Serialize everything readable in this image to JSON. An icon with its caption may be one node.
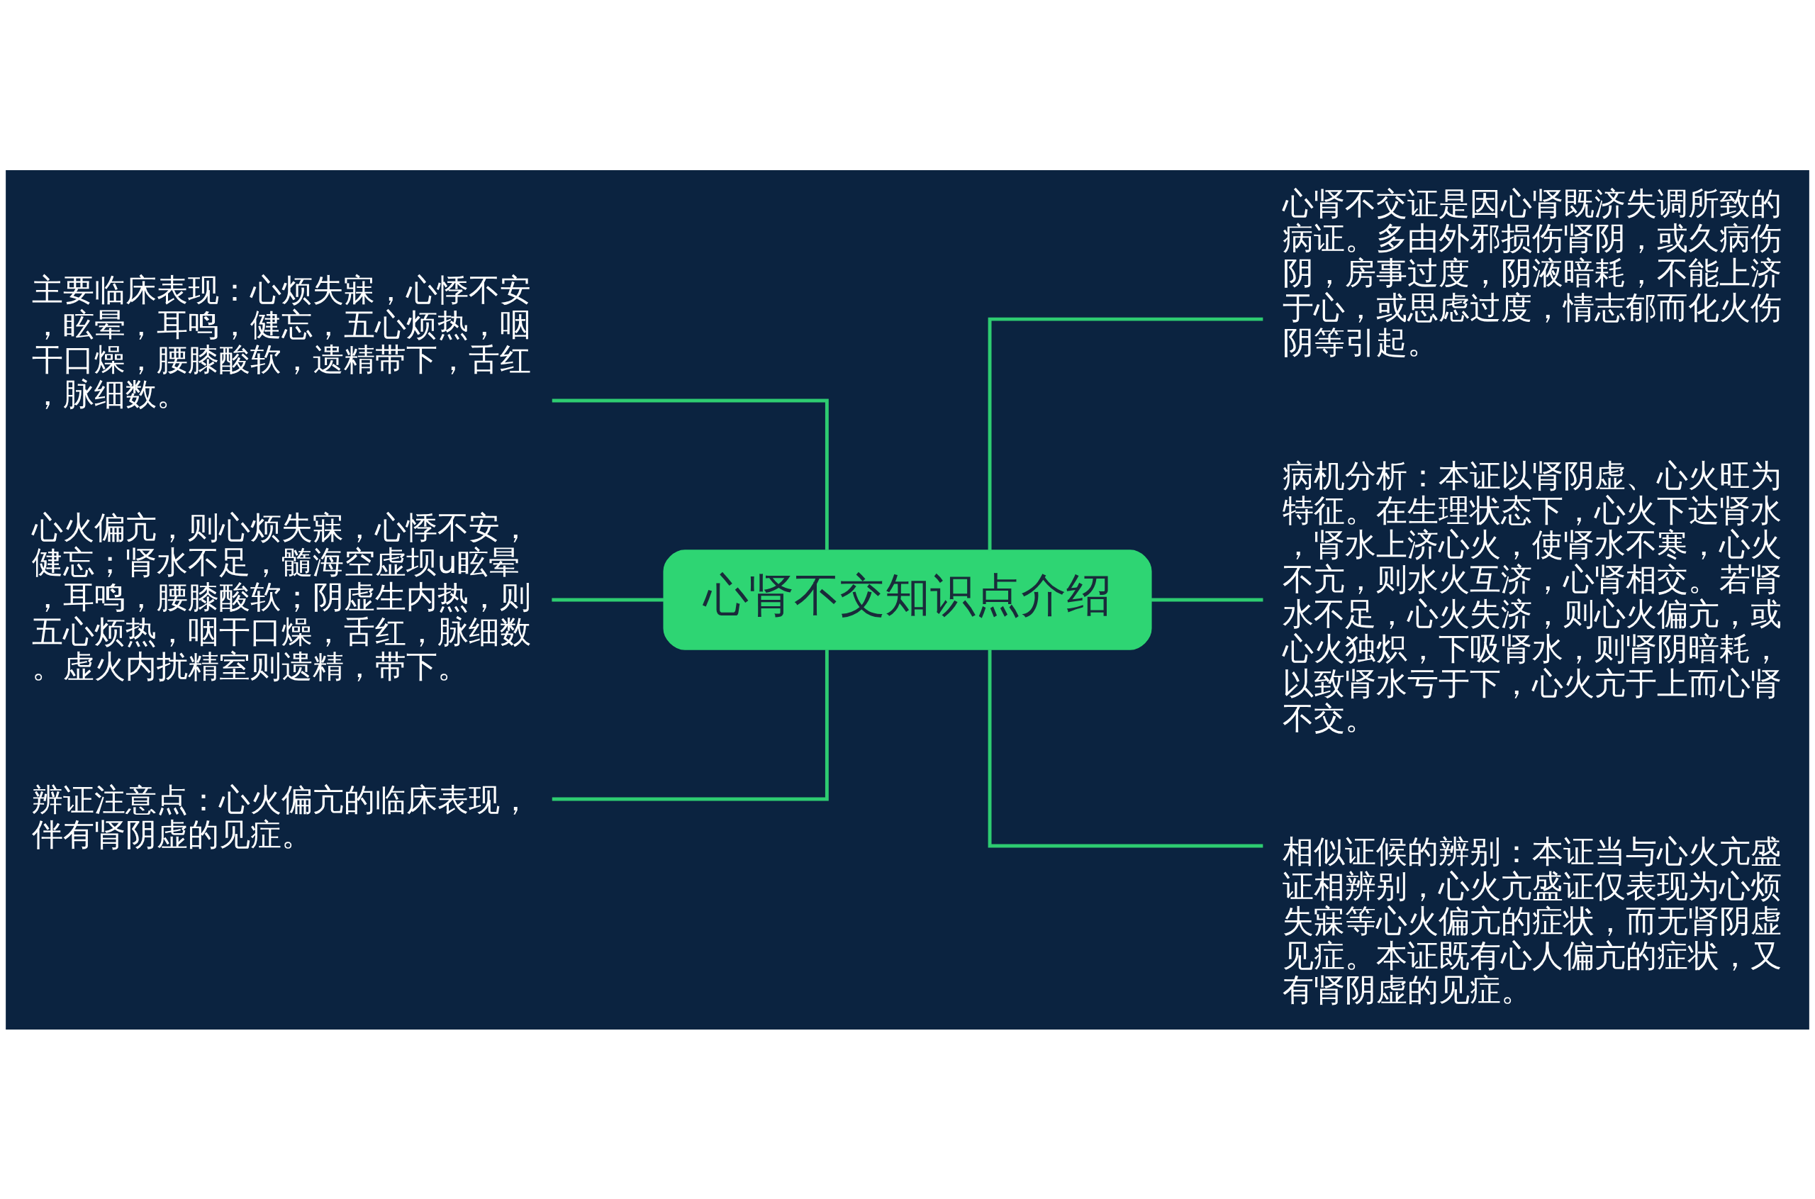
{
  "diagram": {
    "nodes": [
      {
        "text": [
          "心肾不交知识点介绍"
        ]
      },
      {
        "text": [
          "主要临床表现：心烦失寐，心悸不安，眩晕，耳鸣，健忘，五心烦热，咽干口燥，腰膝酸软，遗精带下，舌红，脉细数。"
        ]
      },
      {
        "text": [
          "心火偏亢，则心烦失寐，心悸不安，健忘；肾水不足，髓海空虚坝u眩晕，耳鸣，腰膝酸软；阴虚生内热，则五心烦热，咽干口燥，舌红，脉细数。虚火内扰精室则遗精，带下。"
        ]
      },
      {
        "text": [
          "辨证注意点：心火偏亢的临床表现，伴有肾阴虚的见症。"
        ]
      },
      {
        "text": [
          "心肾不交证是因心肾既济失调所致的病证。多由外邪损伤肾阴，或久病伤阴，房事过度，阴液暗耗，不能上济于心，或思虑过度，情志郁而化火伤阴等引起。"
        ]
      },
      {
        "text": [
          "病机分析：本证以肾阴虚、心火旺为特征。在生理状态下，心火下达肾水，肾水上济心火，使肾水不寒，心火不亢，则水火互济，心肾相交。若肾水不足，心火失济，则心火偏亢，或心火独炽，下吸肾水，则肾阴暗耗，以致肾水亏于下，心火亢于上而心肾不交。"
        ]
      },
      {
        "text": [
          "相似证候的辨别：本证当与心火亢盛证相辨别，心火亢盛证仅表现为心烦失寐等心火偏亢的症状，而无肾阴虚见症。本证既有心人偏亢的症状，又有肾阴虚的见症。"
        ]
      }
    ],
    "edges": [
      {
        "from": 1,
        "to": 0,
        "arrow": "none"
      },
      {
        "from": 2,
        "to": 0,
        "arrow": "none"
      },
      {
        "from": 3,
        "to": 0,
        "arrow": "none"
      },
      {
        "from": 0,
        "to": 4,
        "arrow": "none"
      },
      {
        "from": 0,
        "to": 5,
        "arrow": "none"
      },
      {
        "from": 0,
        "to": 6,
        "arrow": "none"
      }
    ]
  }
}
